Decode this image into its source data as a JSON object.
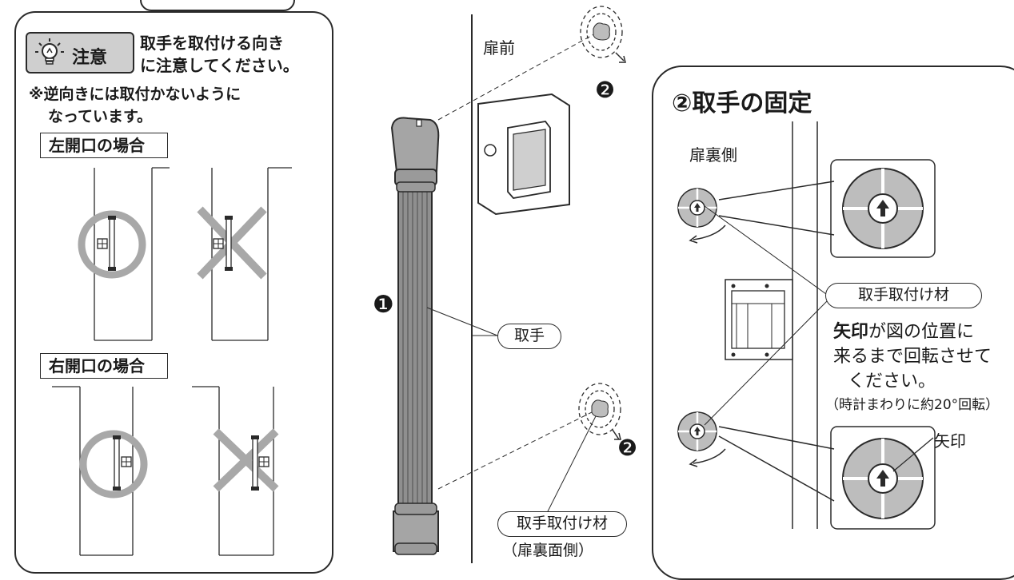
{
  "left_panel": {
    "caution_badge": "注意",
    "caution_line1": "取手を取付ける向き",
    "caution_line2": "に注意してください。",
    "note_line1": "※逆向きには取付かないように",
    "note_line2": "なっています。",
    "left_open_label": "左開口の場合",
    "right_open_label": "右開口の場合",
    "correct_marks": [
      "correct",
      "correct"
    ],
    "wrong_marks": [
      "wrong",
      "wrong"
    ]
  },
  "middle": {
    "door_front_label": "扉前",
    "step_1": "❶",
    "step_2": "❷",
    "handle_label": "取手",
    "fitting_label": "取手取付け材",
    "fitting_sub": "（扉裏面側）"
  },
  "right_panel": {
    "title": "②取手の固定",
    "back_side_label": "扉裏側",
    "fitting_label": "取手取付け材",
    "instr_bold": "矢印",
    "instr_rest1": "が図の位置に",
    "instr_line2": "来るまで回転させて",
    "instr_line3": "ください。",
    "instr_note": "（時計まわりに約20°回転）",
    "arrow_label": "矢印"
  },
  "colors": {
    "outline": "#2a2a2a",
    "mark_gray": "#a8a8a8",
    "handle_gray": "#8f8f8f",
    "fitting_gray": "#bdbdbd"
  }
}
